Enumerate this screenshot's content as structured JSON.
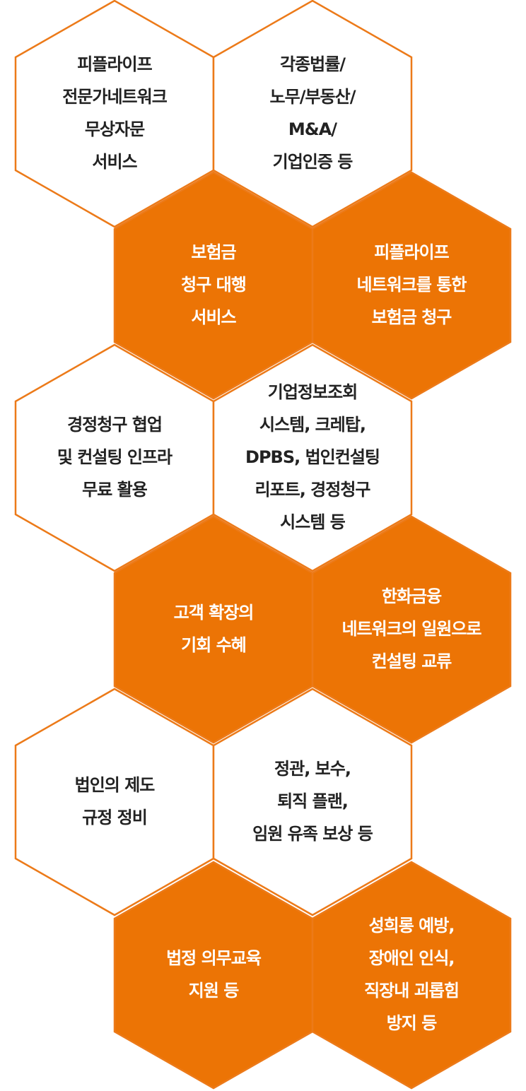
{
  "hexagons": [
    {
      "id": "expert-network",
      "style": "outline",
      "lines": [
        "피플라이프",
        "전문가네트워크",
        "무상자문",
        "서비스"
      ]
    },
    {
      "id": "legal-services",
      "style": "outline",
      "lines": [
        "각종법률/",
        "노무/부동산/",
        "M&A/",
        "기업인증 등"
      ]
    },
    {
      "id": "claim-agency",
      "style": "filled",
      "lines": [
        "보험금",
        "청구 대행",
        "서비스"
      ]
    },
    {
      "id": "network-claim",
      "style": "filled",
      "lines": [
        "피플라이프",
        "네트워크를 통한",
        "보험금 청구"
      ]
    },
    {
      "id": "consulting-infra",
      "style": "outline",
      "lines": [
        "경정청구 협업",
        "및 컨설팅 인프라",
        "무료 활용"
      ]
    },
    {
      "id": "business-systems",
      "style": "outline",
      "lines": [
        "기업정보조회",
        "시스템, 크레탑,",
        "DPBS, 법인컨설팅",
        "리포트, 경정청구",
        "시스템 등"
      ]
    },
    {
      "id": "customer-expansion",
      "style": "filled",
      "lines": [
        "고객 확장의",
        "기회 수혜"
      ]
    },
    {
      "id": "hanwha-network",
      "style": "filled",
      "lines": [
        "한화금융",
        "네트워크의 일원으로",
        "컨설팅 교류"
      ]
    },
    {
      "id": "corporate-regulations",
      "style": "outline",
      "lines": [
        "법인의 제도",
        "규정 정비"
      ]
    },
    {
      "id": "executive-compensation",
      "style": "outline",
      "lines": [
        "정관, 보수,",
        "퇴직 플랜,",
        "임원 유족 보상 등"
      ]
    },
    {
      "id": "mandatory-education",
      "style": "filled",
      "lines": [
        "법정 의무교육",
        "지원 등"
      ]
    },
    {
      "id": "harassment-prevention",
      "style": "filled",
      "lines": [
        "성희롱 예방,",
        "장애인 인식,",
        "직장내 괴롭힘",
        "방지 등"
      ]
    }
  ],
  "colors": {
    "accent": "#ec7405",
    "outline": "#ec7a19",
    "dark_text": "#222222",
    "light_text": "#ffffff"
  }
}
